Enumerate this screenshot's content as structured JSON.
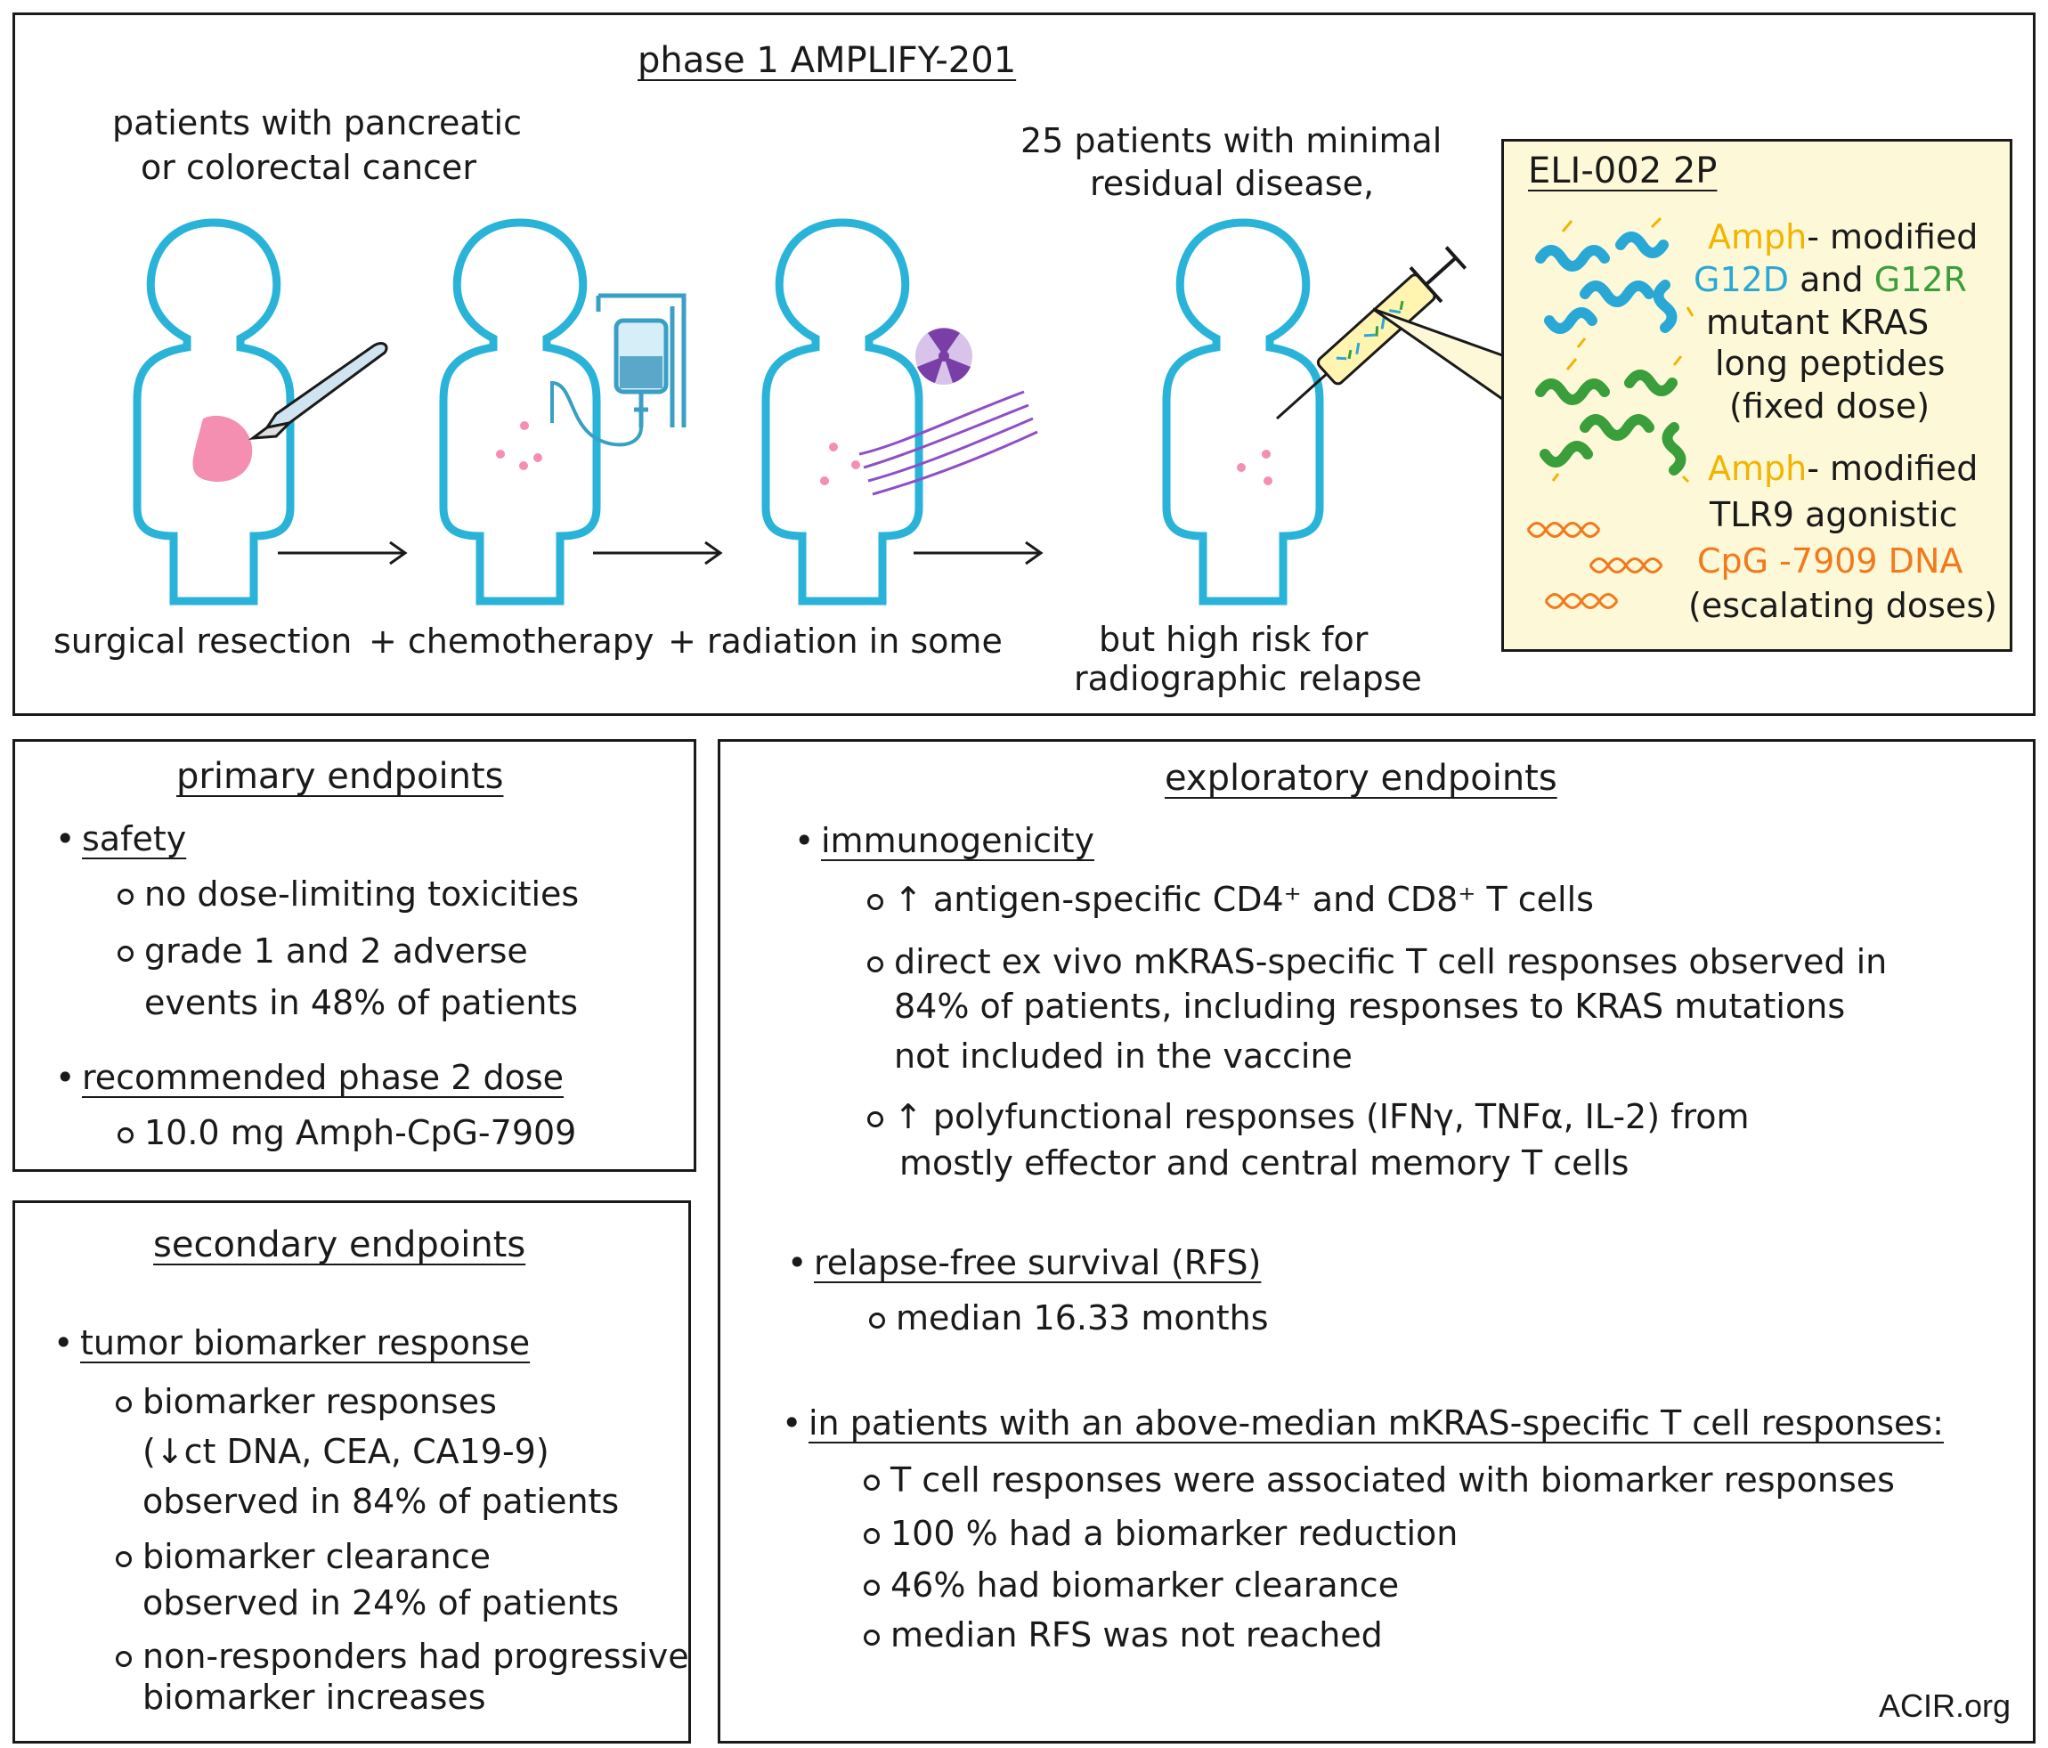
{
  "top": {
    "title": "phase 1 AMPLIFY-201",
    "patients_line1": "patients with pancreatic",
    "patients_line2": "or colorectal cancer",
    "mrd_line1": "25 patients with minimal",
    "mrd_line2": "residual disease,",
    "step1": "surgical resection",
    "step2": "+ chemotherapy",
    "step3": "+ radiation in some",
    "relapse_line1": "but high risk for",
    "relapse_line2": "radiographic relapse"
  },
  "vaccine": {
    "title": "ELI-002 2P",
    "amph1": "Amph",
    "modified1": "- modified",
    "g12d": "G12D",
    "and": "and",
    "g12r": "G12R",
    "mutant": "mutant KRAS",
    "long": "long peptides",
    "fixed": "(fixed dose)",
    "amph2": "Amph",
    "modified2": "- modified",
    "tlr9": "TLR9 agonistic",
    "cpg": "CpG -7909 DNA",
    "escalating": "(escalating doses)",
    "colors": {
      "g12d": "#29a8d6",
      "g12r": "#3a9e3a",
      "amph": "#f2b400",
      "cpg": "#f07a1e",
      "body_outline": "#29b3d9",
      "box_bg": "#fdf9d8"
    }
  },
  "primary": {
    "title": "primary endpoints",
    "safety": "safety",
    "s1": "no dose-limiting toxicities",
    "s2a": "grade 1 and 2 adverse",
    "s2b": "events in 48% of patients",
    "rp2d": "recommended phase 2 dose",
    "dose": "10.0 mg Amph-CpG-7909"
  },
  "secondary": {
    "title": "secondary endpoints",
    "tbr": "tumor biomarker response",
    "b1a": "biomarker responses",
    "b1b": "(↓ct DNA, CEA, CA19-9)",
    "b1c": "observed in 84% of patients",
    "b2a": "biomarker clearance",
    "b2b": "observed in 24% of patients",
    "b3a": "non-responders had progressive",
    "b3b": "biomarker increases"
  },
  "exploratory": {
    "title": "exploratory endpoints",
    "immuno": "immunogenicity",
    "i1": "↑ antigen-specific CD4⁺ and CD8⁺ T cells",
    "i2a": "direct ex vivo mKRAS-specific T cell responses observed in",
    "i2b": "84% of patients, including responses to KRAS mutations",
    "i2c": "not included in the vaccine",
    "i3a": "↑ polyfunctional responses (IFNγ, TNFα, IL-2) from",
    "i3b": "mostly effector and central memory T cells",
    "rfs": "relapse-free survival (RFS)",
    "rfs1": "median 16.33 months",
    "above": "in patients with an above-median mKRAS-specific T cell responses:",
    "a1": "T cell responses were associated with biomarker responses",
    "a2": "100 % had a biomarker reduction",
    "a3": "46% had biomarker clearance",
    "a4": "median RFS was not reached"
  },
  "footer": {
    "source": "ACIR.org"
  }
}
